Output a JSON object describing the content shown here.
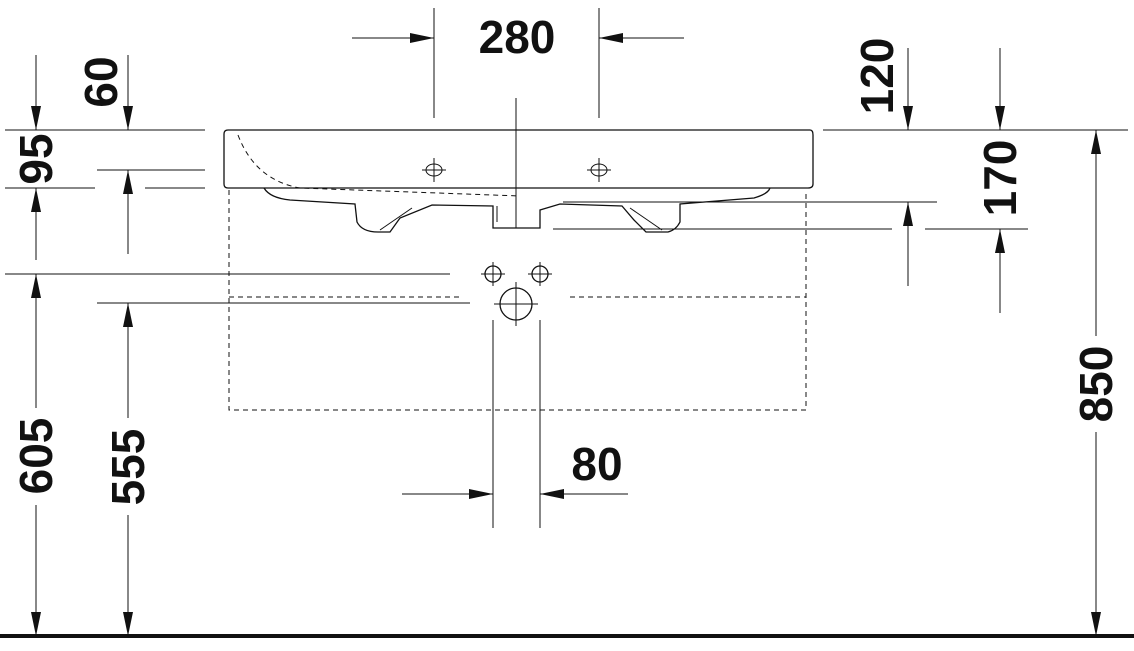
{
  "dimensions": {
    "tap_hole_spacing": "280",
    "tap_hole_from_back": "120",
    "rim_to_wall_left": "60",
    "front_height": "95",
    "outlet_drop": "170",
    "height_to_tap_connection": "605",
    "height_to_drain": "555",
    "drain_width": "80",
    "total_height": "850"
  }
}
